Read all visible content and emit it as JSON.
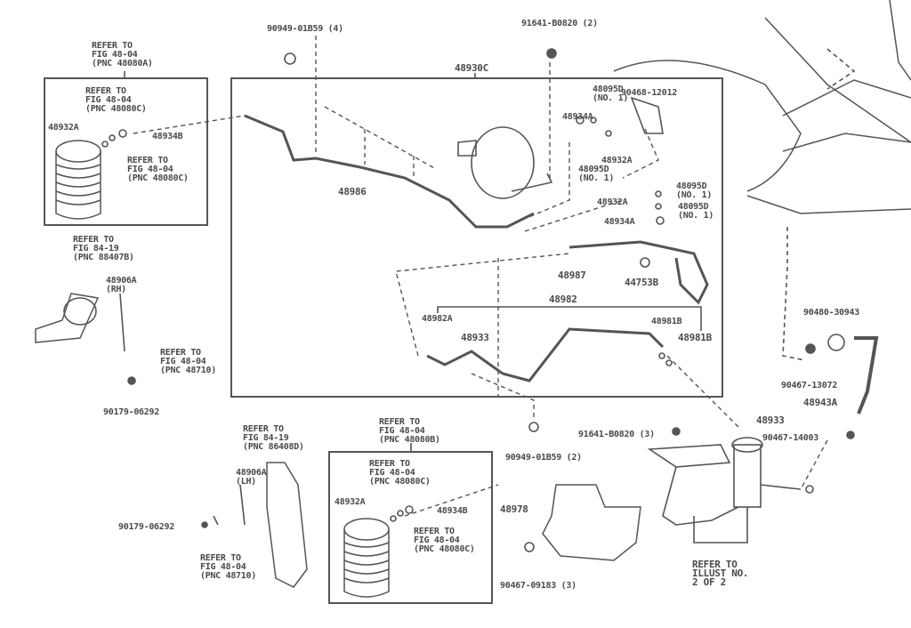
{
  "diagram": {
    "main_assembly": "48930C",
    "labels": {
      "clip_top": "90949-01B59 (4)",
      "bolt_top": "91641-B0820 (2)",
      "refer_48080a": "REFER TO\nFIG 48-04\n(PNC 48080A)",
      "refer_box1_top": "REFER TO\nFIG 48-04\n(PNC 48080C)",
      "box1_48932a": "48932A",
      "box1_48934b": "48934B",
      "refer_box1_bottom": "REFER TO\nFIG 48-04\n(PNC 48080C)",
      "tube_48986": "48986",
      "p48095d_1": "48095D\n(NO. 1)",
      "p90468": "90468-12012",
      "p48934a_1": "48934A",
      "p48932a_1": "48932A",
      "p48095d_2": "48095D\n(NO. 1)",
      "p48095d_3": "48095D\n(NO. 1)",
      "p48932a_2": "48932A",
      "p48095d_4": "48095D\n(NO. 1)",
      "p48934a_2": "48934A",
      "p48987": "48987",
      "p44753b": "44753B",
      "p48982": "48982",
      "p48982a": "48982A",
      "p48933_1": "48933",
      "p48981b_1": "48981B",
      "p48981b_2": "48981B",
      "refer_88407b": "REFER TO\nFIG 84-19\n(PNC 88407B)",
      "p48906a_rh": "48906A\n(RH)",
      "refer_48710_1": "REFER TO\nFIG 48-04\n(PNC 48710)",
      "p90179_1": "90179-06292",
      "p90480": "90480-30943",
      "p90467_13072": "90467-13072",
      "p48943a": "48943A",
      "p48933_2": "48933",
      "p90467_14003": "90467-14003",
      "bolt_3": "91641-B0820 (3)",
      "clip_2": "90949-01B59 (2)",
      "refer_86408d": "REFER TO\nFIG 84-19\n(PNC 86408D)",
      "p48906a_lh": "48906A\n(LH)",
      "p90179_2": "90179-06292",
      "refer_48710_2": "REFER TO\nFIG 48-04\n(PNC 48710)",
      "refer_48080b": "REFER TO\nFIG 48-04\n(PNC 48080B)",
      "refer_box2_top": "REFER TO\nFIG 48-04\n(PNC 48080C)",
      "box2_48932a": "48932A",
      "box2_48934b": "48934B",
      "refer_box2_bottom": "REFER TO\nFIG 48-04\n(PNC 48080C)",
      "p48978": "48978",
      "p90467_09183": "90467-09183 (3)",
      "refer_illust": "REFER TO\nILLUST NO.\n2 OF 2"
    }
  }
}
